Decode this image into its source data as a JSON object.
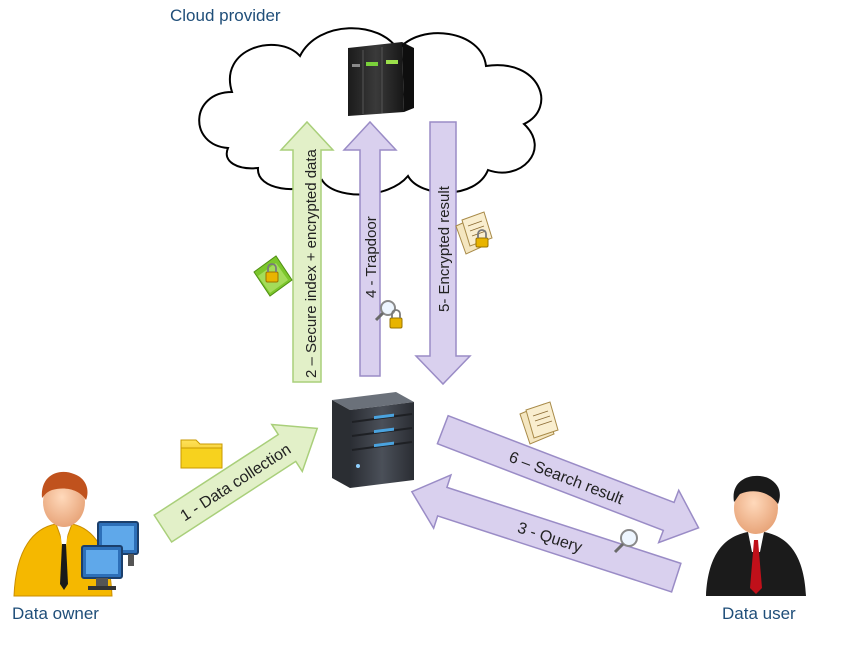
{
  "labels": {
    "cloud_provider": "Cloud provider",
    "data_owner": "Data owner",
    "data_user": "Data user"
  },
  "arrows": {
    "data_collection": "1 - Data collection",
    "secure_index": "2 – Secure index + encrypted data",
    "query": "3 - Query",
    "trapdoor": "4 - Trapdoor",
    "encrypted_result": "5- Encrypted  result",
    "search_result": "6 – Search result"
  },
  "colors": {
    "label_text": "#1f4e79",
    "green_arrow_fill": "#e2f0c8",
    "green_arrow_stroke": "#a9cf7a",
    "purple_arrow_fill": "#d9d0ee",
    "purple_arrow_stroke": "#9a8cc6",
    "folder": "#f2cf1f",
    "server_body": "#3c4048",
    "server_light": "#4aa3df"
  },
  "icons": {
    "cloud": "cloud-shape",
    "cloud_server": "server-rack-icon",
    "local_server": "server-tower-icon",
    "owner": "person-with-computers-icon",
    "user": "businessman-icon",
    "folder": "folder-icon",
    "green_doc": "encrypted-document-icon",
    "papers": "document-stack-icon",
    "lock": "padlock-icon",
    "magnifier": "magnifying-glass-icon"
  }
}
